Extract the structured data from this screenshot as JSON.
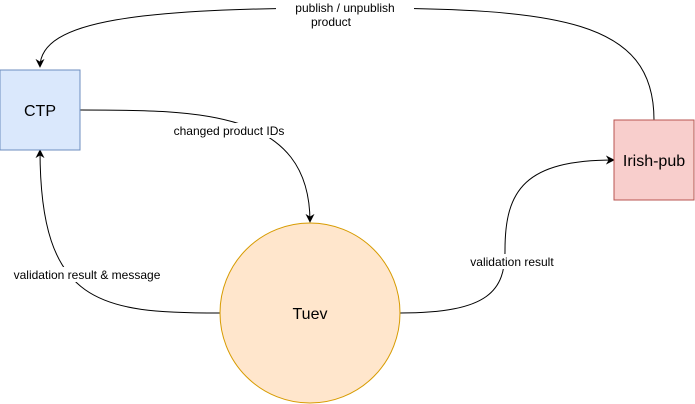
{
  "nodes": {
    "ctp": {
      "label": "CTP",
      "fill": "#dae8fc",
      "stroke": "#6c8ebf"
    },
    "irish_pub": {
      "label": "Irish-pub",
      "fill": "#f8cecc",
      "stroke": "#b85450"
    },
    "tuev": {
      "label": "Tuev",
      "fill": "#ffe6cc",
      "stroke": "#d79b00"
    }
  },
  "edges": {
    "publish": {
      "line1": "publish / unpublish",
      "line2": "product"
    },
    "changed_ids": {
      "label": "changed product IDs"
    },
    "validation_message": {
      "label": "validation result & message"
    },
    "validation_result": {
      "label": "validation result"
    }
  }
}
